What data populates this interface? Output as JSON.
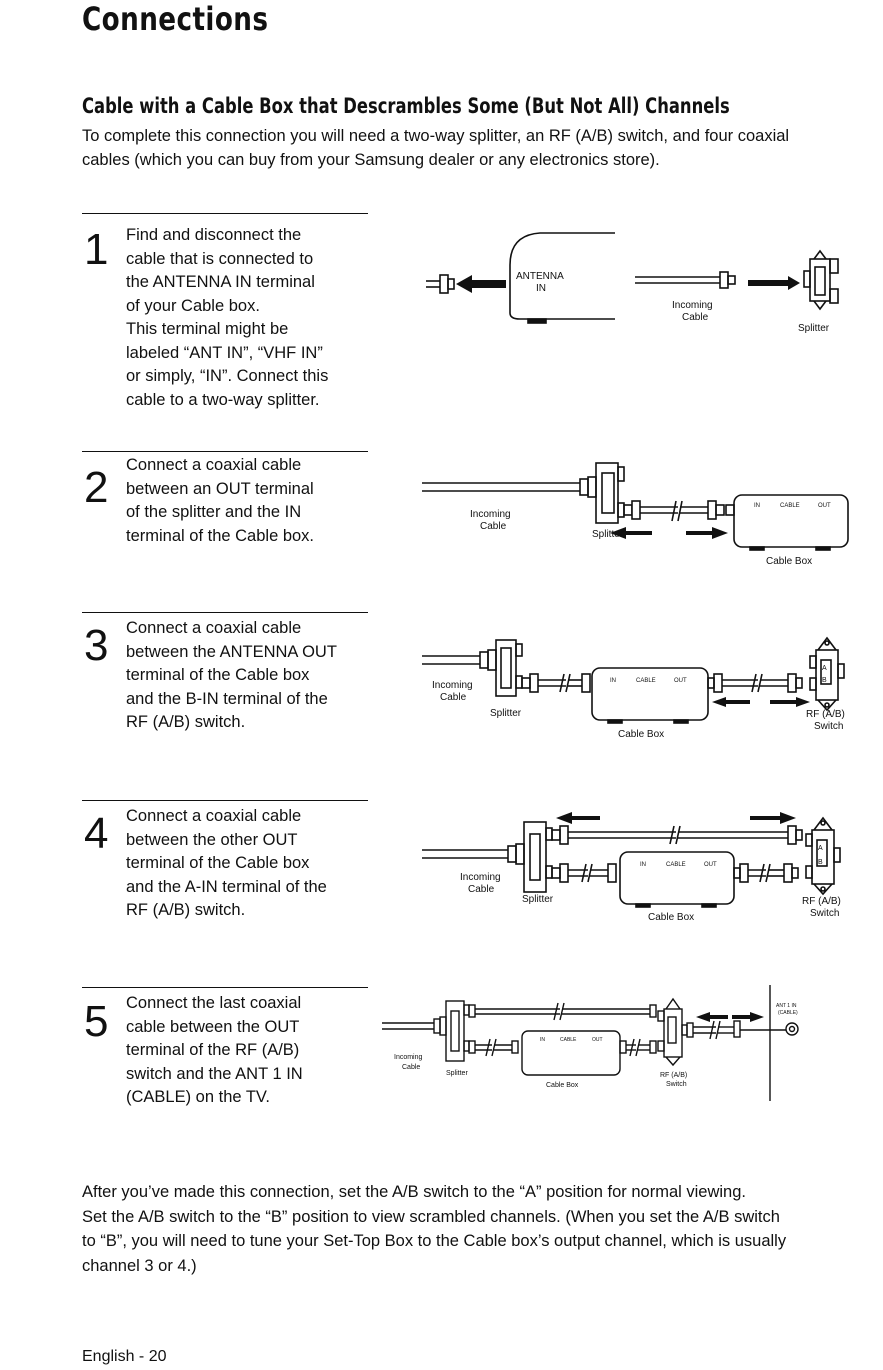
{
  "page": {
    "title": "Connections",
    "section_title": "Cable with a Cable Box that Descrambles Some (But Not All) Channels",
    "intro": [
      "To complete this connection you will need a two-way splitter, an RF (A/B) switch, and four coaxial",
      "cables (which you can buy from your Samsung dealer or any electronics store)."
    ],
    "footer": "English - 20"
  },
  "steps": [
    {
      "number": "1",
      "lines": [
        "Find and disconnect the",
        "cable that is connected to",
        "the ANTENNA IN terminal",
        "of your Cable box.",
        "This terminal might be",
        "labeled “ANT IN”, “VHF IN”",
        "or simply, “IN”. Connect this",
        "cable to a two-way splitter."
      ]
    },
    {
      "number": "2",
      "lines": [
        "Connect a coaxial cable",
        "between an OUT terminal",
        "of the splitter and the IN",
        "terminal of the Cable box."
      ]
    },
    {
      "number": "3",
      "lines": [
        "Connect a coaxial cable",
        "between the ANTENNA OUT",
        "terminal of the Cable box",
        "and the B-IN terminal of the",
        "RF (A/B) switch."
      ]
    },
    {
      "number": "4",
      "lines": [
        "Connect a coaxial cable",
        "between the other OUT",
        "terminal of the Cable box",
        "and the A-IN terminal of the",
        "RF (A/B) switch."
      ]
    },
    {
      "number": "5",
      "lines": [
        "Connect the last coaxial",
        "cable between the OUT",
        "terminal of the RF (A/B)",
        "switch and the ANT 1 IN",
        "(CABLE) on the TV."
      ]
    }
  ],
  "diagrams": {
    "d1": {
      "antenna_line1": "ANTENNA",
      "antenna_line2": "IN",
      "incoming1": "Incoming",
      "incoming2": "Cable",
      "splitter": "Splitter"
    },
    "d2": {
      "incoming1": "Incoming",
      "incoming2": "Cable",
      "splitter": "Splitter",
      "box_in": "IN",
      "box_cable": "CABLE",
      "box_out": "OUT",
      "cable_box": "Cable Box"
    },
    "d3": {
      "incoming1": "Incoming",
      "incoming2": "Cable",
      "splitter": "Splitter",
      "box_in": "IN",
      "box_cable": "CABLE",
      "box_out": "OUT",
      "cable_box": "Cable Box",
      "rf1": "RF (A/B)",
      "rf2": "Switch",
      "rf_a": "A",
      "rf_b": "B"
    },
    "d4": {
      "incoming1": "Incoming",
      "incoming2": "Cable",
      "splitter": "Splitter",
      "box_in": "IN",
      "box_cable": "CABLE",
      "box_out": "OUT",
      "cable_box": "Cable Box",
      "rf1": "RF (A/B)",
      "rf2": "Switch",
      "rf_a": "A",
      "rf_b": "B"
    },
    "d5": {
      "incoming1": "Incoming",
      "incoming2": "Cable",
      "splitter": "Splitter",
      "box_in": "IN",
      "box_cable": "CABLE",
      "box_out": "OUT",
      "cable_box": "Cable Box",
      "rf1": "RF (A/B)",
      "rf2": "Switch",
      "tv1": "ANT 1 IN",
      "tv2": "(CABLE)"
    }
  },
  "outro": [
    "After you’ve made this connection, set the A/B switch to the “A” position for normal viewing.",
    "Set the A/B switch to the “B” position to view scrambled channels. (When you set the A/B switch",
    "to “B”, you will need to tune your Set-Top Box to the Cable box’s output channel, which is usually",
    "channel 3 or 4.)"
  ]
}
